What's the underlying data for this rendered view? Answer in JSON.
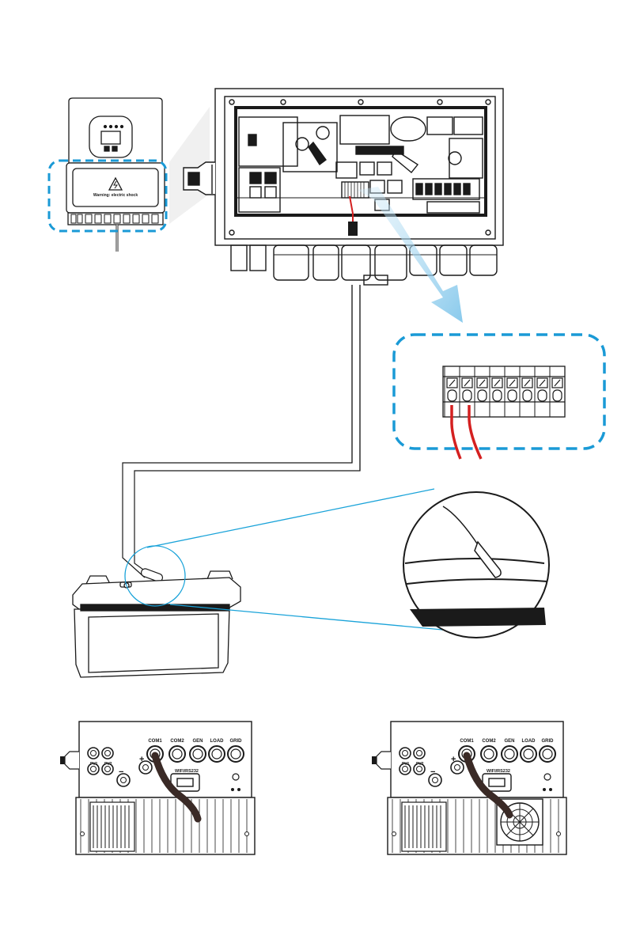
{
  "colors": {
    "line": "#1a1a1a",
    "callout_dash": "#1a9ad6",
    "magnify": "#1aa3d9",
    "arrow": "#9fd3ef",
    "wire_red": "#d42020"
  },
  "inverter_small": {
    "warning_label": "Warning: electric shock"
  },
  "bottom_left_unit": {
    "port_labels": [
      "COM1",
      "COM2",
      "GEN",
      "LOAD",
      "GRID"
    ],
    "pv_labels": [
      "PV1",
      "PV2"
    ],
    "wifi_label": "WIFI/RS232",
    "plus": "+",
    "minus": "−"
  },
  "bottom_right_unit": {
    "port_labels": [
      "COM1",
      "COM2",
      "GEN",
      "LOAD",
      "GRID"
    ],
    "pv_labels": [
      "PV1",
      "PV2"
    ],
    "wifi_label": "WIFI/RS232",
    "plus": "+",
    "minus": "−"
  },
  "icons": [
    "lightning-warning-icon",
    "fan-icon",
    "battery-icon",
    "temperature-sensor-icon",
    "terminal-block-icon"
  ]
}
